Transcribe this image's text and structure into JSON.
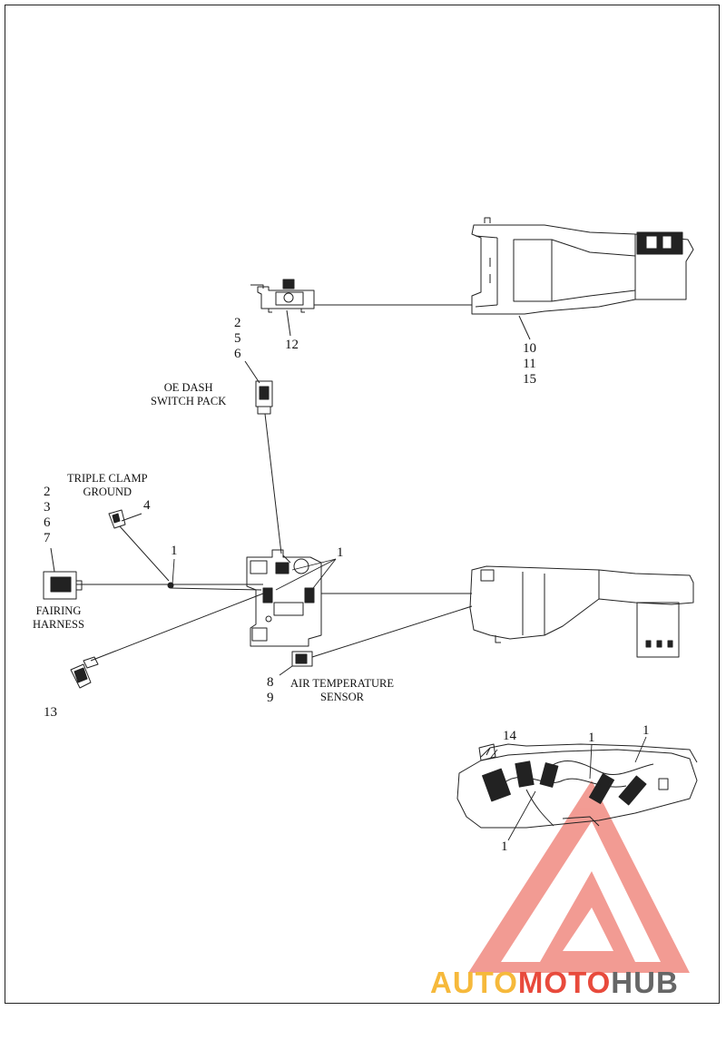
{
  "callouts": {
    "group_12": [
      "2",
      "5",
      "6"
    ],
    "part_12": "12",
    "group_10": [
      "10",
      "11",
      "15"
    ],
    "oe_dash": [
      "OE DASH",
      "SWITCH PACK"
    ],
    "triple_clamp": [
      "TRIPLE CLAMP",
      "GROUND"
    ],
    "group_fairing": [
      "2",
      "3",
      "6",
      "7"
    ],
    "part_4": "4",
    "part_1_a": "1",
    "part_1_b": "1",
    "fairing_harness": [
      "FAIRING",
      "HARNESS"
    ],
    "part_13": "13",
    "group_air": [
      "8",
      "9"
    ],
    "air_temp": [
      "AIR TEMPERATURE",
      "SENSOR"
    ],
    "part_14": "14",
    "part_1_c": "1",
    "part_1_d": "1",
    "part_1_e": "1"
  },
  "watermark": {
    "word_1": "AUTO",
    "word_2": "MOTO",
    "word_3": "HUB",
    "colors": {
      "auto": "#f6b93b",
      "moto": "#e84a3c",
      "hub": "#666666",
      "triangle": "#e84a3c"
    }
  }
}
